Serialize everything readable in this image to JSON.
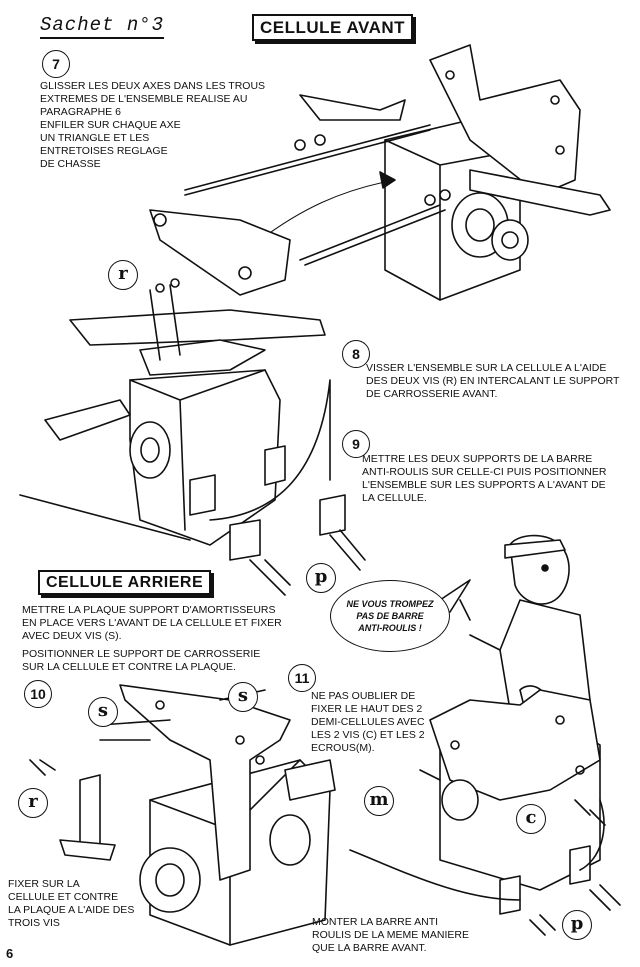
{
  "header": {
    "sachet": "Sachet n°3",
    "section_front": "CELLULE AVANT",
    "section_rear": "CELLULE ARRIERE"
  },
  "steps": [
    {
      "number": "7",
      "text": "GLISSER LES DEUX AXES DANS LES TROUS\nEXTREMES DE L'ENSEMBLE REALISE AU\nPARAGRAPHE 6"
    },
    {
      "number": "8",
      "text": "VISSER L'ENSEMBLE SUR LA CELLULE A L'AIDE\nDES DEUX VIS (r) EN INTERCALANT LE SUPPORT\nDE CARROSSERIE AVANT."
    },
    {
      "number": "9",
      "text": "METTRE LES DEUX SUPPORTS DE LA BARRE\nANTI-ROULIS SUR CELLE-CI PUIS POSITIONNER\nL'ENSEMBLE SUR LES SUPPORTS A L'AVANT DE\nLA CELLULE."
    },
    {
      "number": "10",
      "text": ""
    },
    {
      "number": "11",
      "text": "NE PAS OUBLIER DE\nFIXER LE HAUT DES 2\nDEMI-CELLULES AVEC\nLES 2 VIS (c) ET LES 2\nECROUS(m)."
    }
  ],
  "step7_extra": "ENFILER SUR CHAQUE AXE\nUN TRIANGLE  ET LES\nENTRETOISES  REGLAGE\nDE  CHASSE",
  "rear_intro": "METTRE LA PLAQUE SUPPORT D'AMORTISSEURS\nEN PLACE VERS L'AVANT DE LA CELLULE ET FIXER\nAVEC DEUX VIS (S).",
  "rear_intro2": "POSITIONNER LE SUPPORT DE CARROSSERIE\nSUR LA CELLULE ET CONTRE LA PLAQUE.",
  "rear_fix": "FIXER SUR LA\nCELLULE ET CONTRE\nLA PLAQUE A L'AIDE DES\nTROIS VIS",
  "rear_bar": "MONTER LA BARRE ANTI\nROULIS DE LA MEME MANIERE\nQUE LA BARRE AVANT.",
  "speech_bubble": "NE VOUS TROMPEZ\nPAS DE BARRE\nANTI-ROULIS !",
  "part_labels": {
    "r": "r",
    "p": "p",
    "s": "s",
    "m": "m",
    "c": "c"
  },
  "page_number": "6"
}
